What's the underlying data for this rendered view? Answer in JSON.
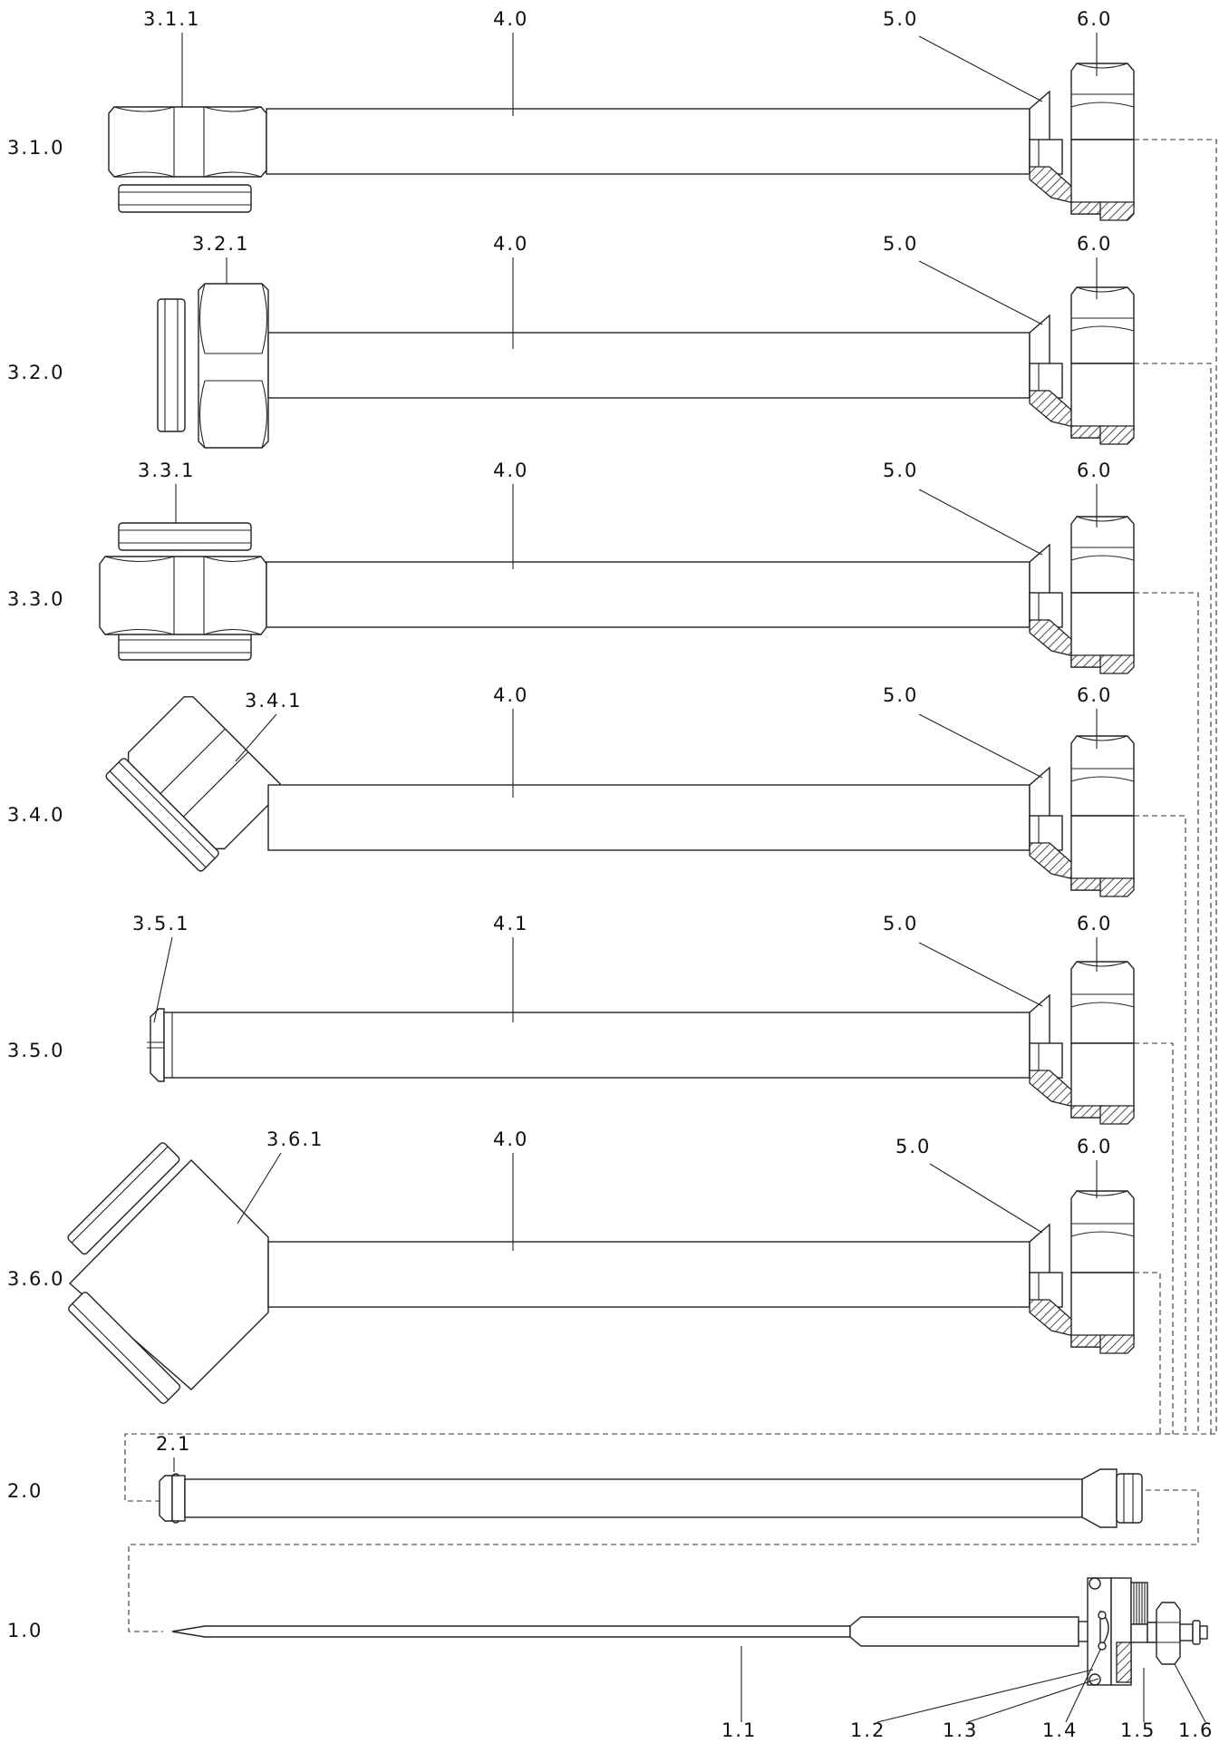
{
  "rows": [
    {
      "id": "3.1.0",
      "part": "3.1.1",
      "rod": "4.0",
      "cone": "5.0",
      "nut": "6.0"
    },
    {
      "id": "3.2.0",
      "part": "3.2.1",
      "rod": "4.0",
      "cone": "5.0",
      "nut": "6.0"
    },
    {
      "id": "3.3.0",
      "part": "3.3.1",
      "rod": "4.0",
      "cone": "5.0",
      "nut": "6.0"
    },
    {
      "id": "3.4.0",
      "part": "3.4.1",
      "rod": "4.0",
      "cone": "5.0",
      "nut": "6.0"
    },
    {
      "id": "3.5.0",
      "part": "3.5.1",
      "rod": "4.1",
      "cone": "5.0",
      "nut": "6.0"
    },
    {
      "id": "3.6.0",
      "part": "3.6.1",
      "rod": "4.0",
      "cone": "5.0",
      "nut": "6.0"
    }
  ],
  "tube": {
    "id": "2.0",
    "part": "2.1"
  },
  "probe": {
    "id": "1.0",
    "parts": [
      "1.1",
      "1.2",
      "1.3",
      "1.4",
      "1.5",
      "1.6"
    ]
  }
}
